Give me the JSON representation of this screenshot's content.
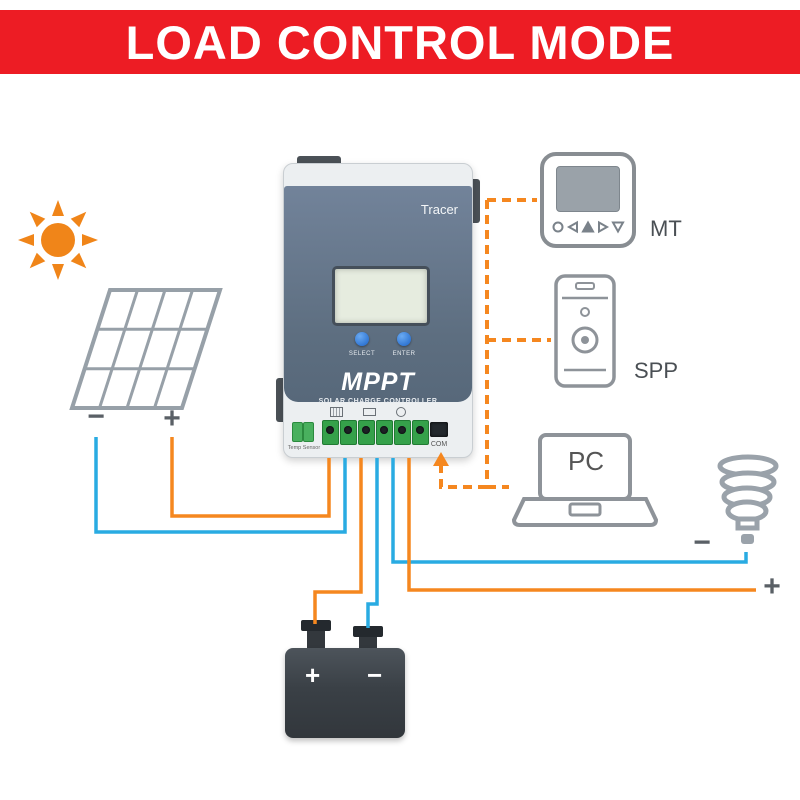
{
  "banner": {
    "text": "LOAD CONTROL MODE"
  },
  "controller": {
    "brand": "Tracer",
    "select": "SELECT",
    "enter": "ENTER",
    "model": "MPPT",
    "subtitle": "SOLAR CHARGE CONTROLLER",
    "com": "COM",
    "temp_sensor": "Temp Sensor"
  },
  "peripherals": {
    "mt": "MT",
    "spp": "SPP",
    "pc": "PC"
  },
  "solar_panel": {
    "minus": "−",
    "plus": "+"
  },
  "load_bulb": {
    "minus": "−",
    "plus": "+"
  },
  "battery": {
    "plus": "+",
    "minus": "−"
  },
  "colors": {
    "banner_red": "#ED1C24",
    "wire_orange": "#F5871F",
    "wire_blue": "#29ABE2",
    "comm_dashed_orange": "#F5871F",
    "outline_gray": "#8E9399"
  }
}
